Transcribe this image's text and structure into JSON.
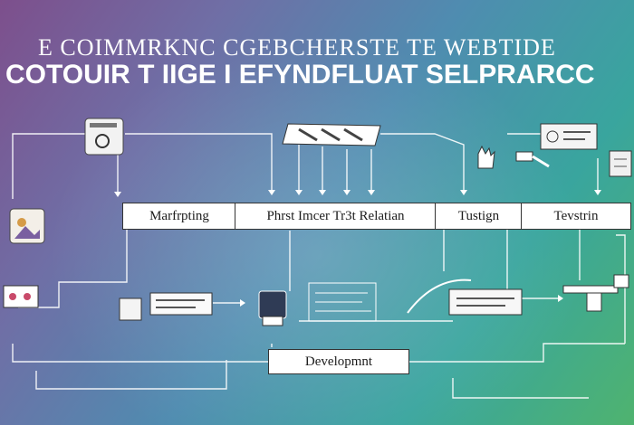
{
  "title": {
    "line1": "E COIMMRKNC CGEBCHERSTE TE WEBTIDE",
    "line2": "COTOUIR T IIGE I EFYNDFLUAT SELPRARCC"
  },
  "stages": [
    {
      "label": "Marfrpting"
    },
    {
      "label": "Phrst Imcer Tr3t Relatian"
    },
    {
      "label": "Tustign"
    },
    {
      "label": "Tevstrin"
    }
  ],
  "dev_box": {
    "label": "Developmnt"
  },
  "icons": [
    "browser-window-icon",
    "document-panel-icon",
    "hand-icon",
    "tools-icon",
    "image-icon",
    "shop-icon",
    "list-panel-icon",
    "printer-icon",
    "dashboard-icon",
    "robot-arm-icon",
    "web-panel-icon",
    "workbench-icon",
    "device-icon"
  ],
  "colors": {
    "line": "#ffffff",
    "box_border": "#333333"
  }
}
